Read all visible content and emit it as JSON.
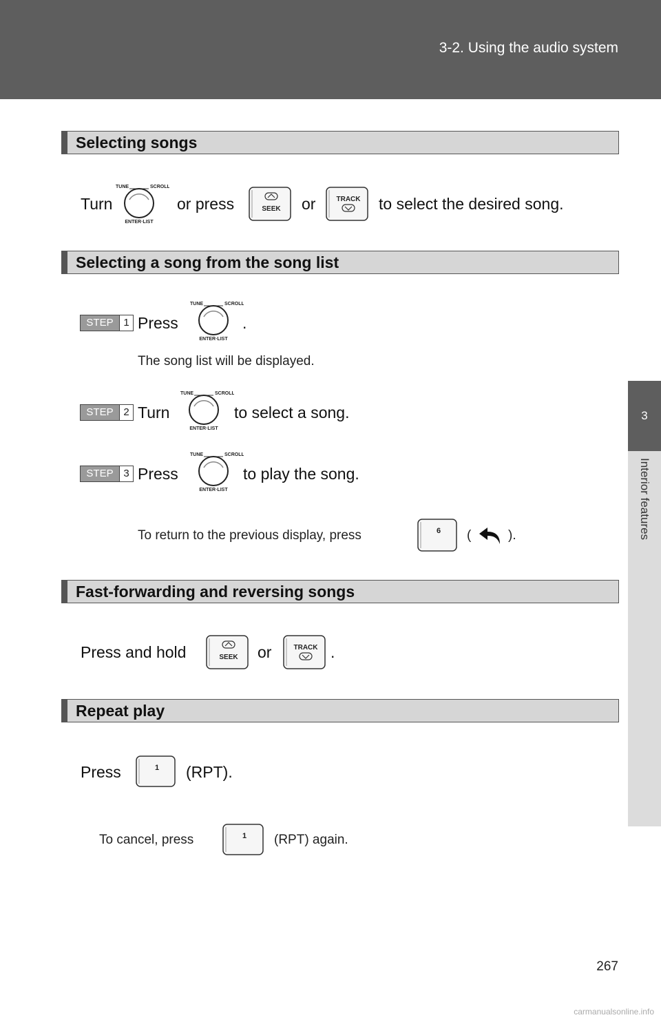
{
  "header": {
    "title": "3-2. Using the audio system"
  },
  "side_tab": {
    "number": "3",
    "label": "Interior features"
  },
  "sections": {
    "selecting_songs": {
      "title": "Selecting songs",
      "turn": "Turn",
      "or_press": "or press",
      "or": "or",
      "end": "to select the desired song."
    },
    "song_list": {
      "title": "Selecting a song from the song list",
      "step1": {
        "label": "STEP",
        "num": "1",
        "press": "Press",
        "end": ".",
        "note": "The song list will be displayed."
      },
      "step2": {
        "label": "STEP",
        "num": "2",
        "turn": "Turn",
        "end": "to select a song."
      },
      "step3": {
        "label": "STEP",
        "num": "3",
        "press": "Press",
        "end": "to play the song."
      },
      "return_note": {
        "text": "To return to the previous display, press",
        "open": "(",
        "close": ")."
      }
    },
    "fast_forward": {
      "title": "Fast-forwarding and reversing songs",
      "press_hold": "Press and hold",
      "or": "or",
      "end": "."
    },
    "repeat": {
      "title": "Repeat play",
      "press": "Press",
      "rpt": "(RPT).",
      "cancel": "To cancel, press",
      "cancel_end": "(RPT) again."
    }
  },
  "knob_labels": {
    "tune": "TUNE",
    "scroll": "SCROLL",
    "enter_list": "ENTER·LIST"
  },
  "button_labels": {
    "seek": "SEEK",
    "track": "TRACK",
    "preset_6": "6",
    "preset_1": "1"
  },
  "page_number": "267",
  "watermark": "carmanualsonline.info"
}
